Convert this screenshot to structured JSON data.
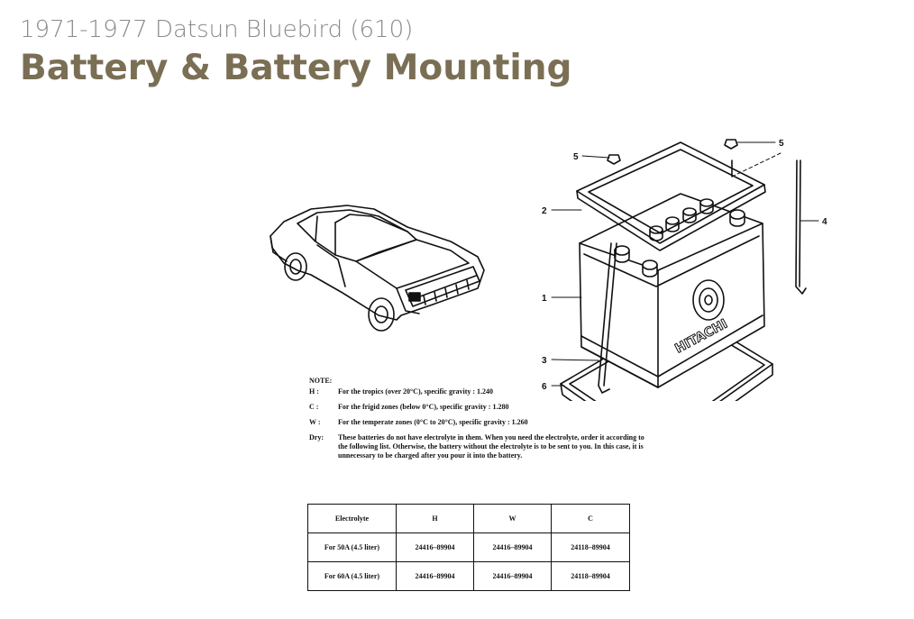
{
  "header": {
    "subtitle": "1971-1977 Datsun Bluebird (610)",
    "title": "Battery & Battery Mounting"
  },
  "colors": {
    "title": "#7a6f54",
    "subtitle": "#8a8a8a"
  },
  "diagram": {
    "brand": "HITACHI",
    "callouts": [
      "1",
      "2",
      "3",
      "4",
      "5",
      "5",
      "6"
    ]
  },
  "note": {
    "heading": "NOTE:",
    "items": [
      {
        "code": "H   :",
        "text": "For the tropics (over 20°C), specific gravity : 1.240"
      },
      {
        "code": "C   :",
        "text": "For the frigid zones (below 0°C), specific gravity : 1.280"
      },
      {
        "code": "W   :",
        "text": "For the temperate zones (0°C to 20°C), specific gravity : 1.260"
      },
      {
        "code": "Dry:",
        "text": "These batteries do not have electrolyte in them. When you need the electrolyte, order it according to the following list. Otherwise, the battery without the electrolyte is to be sent to you. In this case, it is unnecessary to be charged after you pour it into the battery."
      }
    ]
  },
  "table": {
    "headers": [
      "Electrolyte",
      "H",
      "W",
      "C"
    ],
    "rows": [
      [
        "For 50A (4.5 liter)",
        "24416–89904",
        "24416–89904",
        "24118–89904"
      ],
      [
        "For 60A (4.5 liter)",
        "24416–89904",
        "24416–89904",
        "24118–89904"
      ]
    ]
  }
}
